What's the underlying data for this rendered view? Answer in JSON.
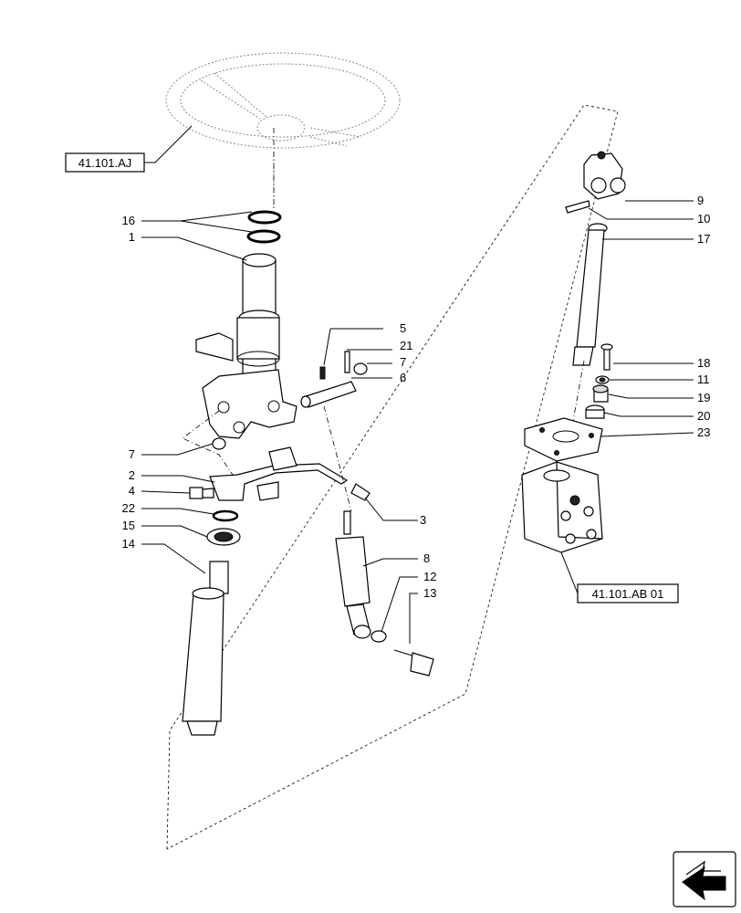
{
  "references": {
    "steering_wheel": "41.101.AJ",
    "steering_unit": "41.101.AB 01"
  },
  "callouts": [
    "16",
    "1",
    "5",
    "21",
    "7",
    "6",
    "7",
    "2",
    "4",
    "22",
    "15",
    "14",
    "3",
    "8",
    "12",
    "13",
    "9",
    "10",
    "17",
    "18",
    "11",
    "19",
    "20",
    "23"
  ],
  "nav_icon": "arrow-icon"
}
